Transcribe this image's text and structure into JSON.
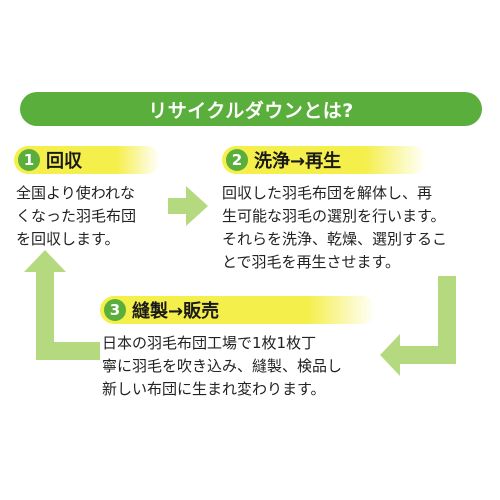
{
  "title": "リサイクルダウンとは?",
  "steps": [
    {
      "number": "1",
      "label": "回収",
      "description": "全国より使われな\nくなった羽毛布団\nを回収します。"
    },
    {
      "number": "2",
      "label": "洗浄→再生",
      "description": "回収した羽毛布団を解体し、再\n生可能な羽毛の選別を行います。\nそれらを洗浄、乾燥、選別するこ\nとで羽毛を再生させます。"
    },
    {
      "number": "3",
      "label": "縫製→販売",
      "description": "日本の羽毛布団工場で1枚1枚丁\n寧に羽毛を吹き込み、縫製、検品し\n新しい布団に生まれ変わります。"
    }
  ],
  "colors": {
    "green": "#5aae3c",
    "yellow_label": "#f4ef4a",
    "arrow": "#b5d97f"
  }
}
